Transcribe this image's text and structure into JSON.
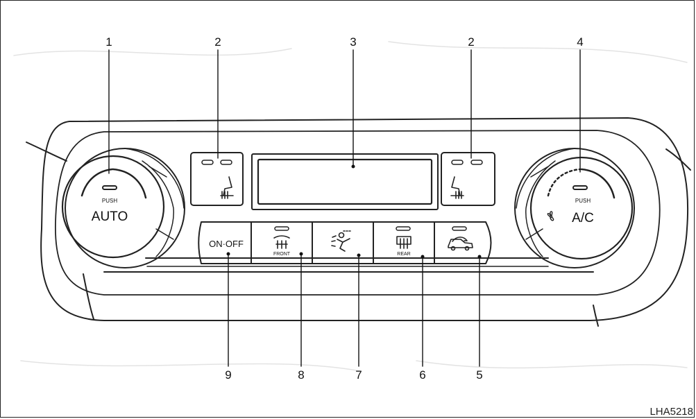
{
  "callouts": {
    "c1": "1",
    "c2a": "2",
    "c3": "3",
    "c2b": "2",
    "c4": "4",
    "c9": "9",
    "c8": "8",
    "c7": "7",
    "c6": "6",
    "c5": "5"
  },
  "left_knob": {
    "push": "PUSH",
    "label": "AUTO"
  },
  "right_knob": {
    "push": "PUSH",
    "label": "A/C",
    "icon": "fan-icon"
  },
  "buttons": {
    "on_off": "ON·OFF",
    "front": "FRONT",
    "rear": "REAR"
  },
  "icons": {
    "seat_heater": "seat-heater-icon",
    "front_defrost": "front-defrost-icon",
    "airflow_mode": "airflow-mode-icon",
    "rear_defrost": "rear-defrost-icon",
    "recirculation": "recirculation-icon"
  },
  "figure_code": "LHA5218"
}
